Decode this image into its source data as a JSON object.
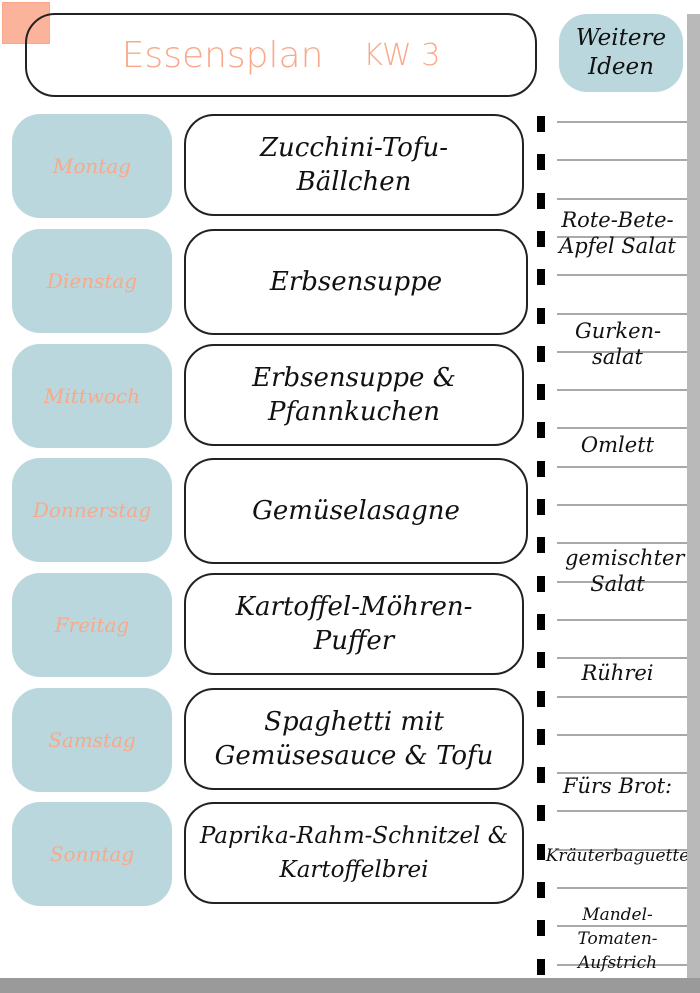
{
  "header": {
    "title": "Essensplan",
    "week": "KW 3"
  },
  "ideas_header": "Weitere Ideen",
  "days": [
    {
      "day": "Montag",
      "meal": "Zucchini-Tofu-Bällchen"
    },
    {
      "day": "Dienstag",
      "meal": "Erbsensuppe"
    },
    {
      "day": "Mittwoch",
      "meal": "Erbsensuppe & Pfannkuchen"
    },
    {
      "day": "Donnerstag",
      "meal": "Gemüselasagne"
    },
    {
      "day": "Freitag",
      "meal": "Kartoffel-Möhren-Puffer"
    },
    {
      "day": "Samstag",
      "meal": "Spaghetti mit Gemüsesauce & Tofu"
    },
    {
      "day": "Sonntag",
      "meal": "Paprika-Rahm-Schnitzel & Kartoffelbrei"
    }
  ],
  "ideas": [
    "Rote-Bete-Apfel Salat",
    "Gurken-salat",
    "Omlett",
    "gemischter Salat",
    "Rührei",
    "Fürs Brot:",
    "Kräuterbaguette",
    "Mandel-Tomaten-Aufstrich"
  ],
  "colors": {
    "accent": "#f9a98a",
    "day_bg": "#b9d7dc"
  }
}
